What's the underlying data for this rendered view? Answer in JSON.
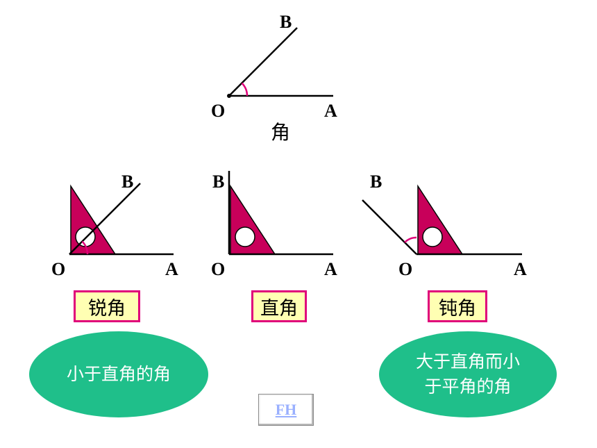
{
  "top_diagram": {
    "vertex_label": "O",
    "ray_a_label": "A",
    "ray_b_label": "B",
    "caption": "角"
  },
  "diagrams": [
    {
      "name": "acute",
      "vertex_label": "O",
      "ray_a_label": "A",
      "ray_b_label": "B",
      "type_label": "锐角"
    },
    {
      "name": "right",
      "vertex_label": "O",
      "ray_a_label": "A",
      "ray_b_label": "B",
      "type_label": "直角"
    },
    {
      "name": "obtuse",
      "vertex_label": "O",
      "ray_a_label": "A",
      "ray_b_label": "B",
      "type_label": "钝角"
    }
  ],
  "definitions": {
    "acute": [
      "小于直角的角"
    ],
    "obtuse": [
      "大于直角而小",
      "于平角的角"
    ]
  },
  "nav_button": {
    "label": "FH"
  },
  "colors": {
    "triangle": "#c8005a",
    "angle_mark": "#e0007a",
    "box_fill": "#ffffb3",
    "box_border": "#e0007a",
    "oval": "#1fbf8a",
    "link": "#9ab0ff"
  }
}
